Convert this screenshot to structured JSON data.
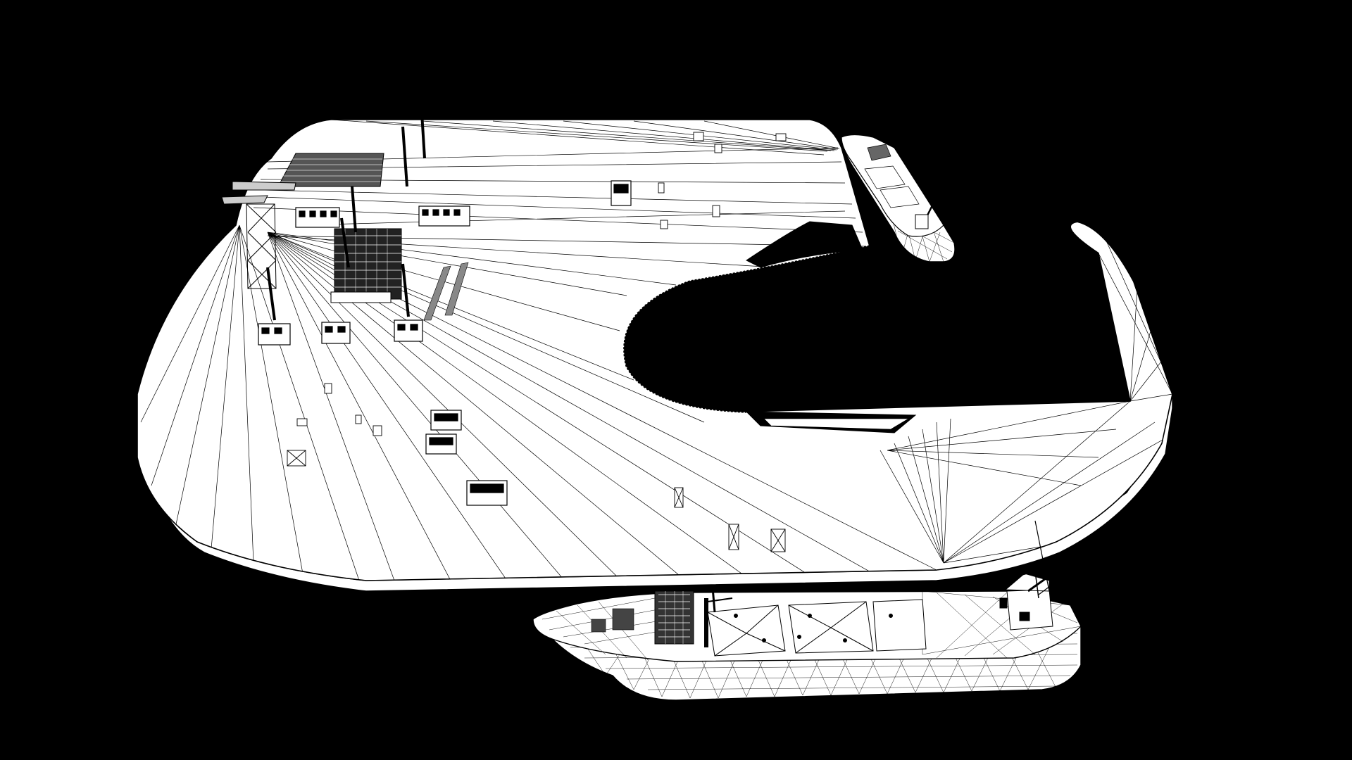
{
  "scene": {
    "kind": "wireframe-3d-render",
    "background_color": "#000000",
    "surface_color": "#ffffff",
    "wire_color": "#000000",
    "objects": [
      "port-terminal-platform",
      "inner-harbor-basin",
      "breakwater-arm",
      "container-stacks",
      "light-towers",
      "rail-mounted-gantry-cranes",
      "cargo-ship-large",
      "cargo-ship-small",
      "ship-deck-cranes"
    ]
  }
}
